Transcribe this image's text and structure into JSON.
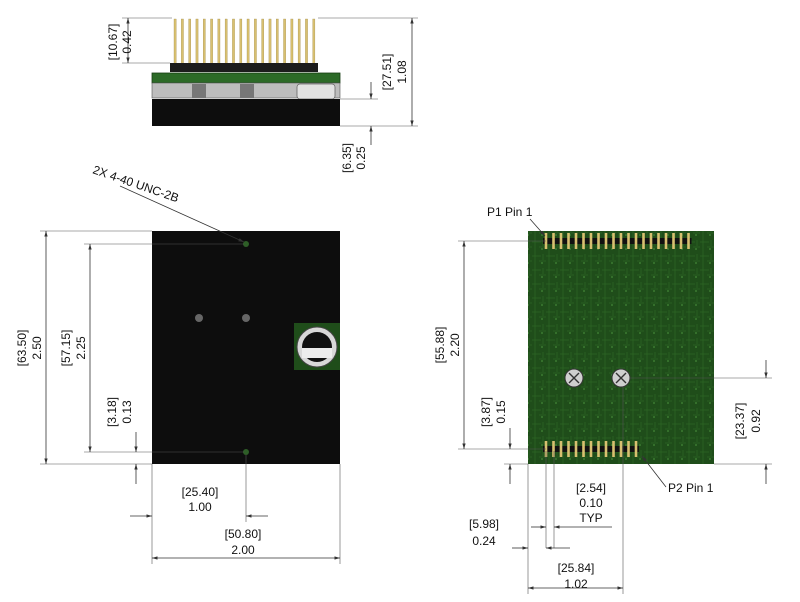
{
  "side_view": {
    "dim_header_mm": "[10.67]",
    "dim_header_in": "0.42",
    "dim_height_mm": "[27.51]",
    "dim_height_in": "1.08",
    "dim_base_mm": "[6.35]",
    "dim_base_in": "0.25"
  },
  "front_view": {
    "thread_callout": "2X 4-40 UNC-2B",
    "dim_total_h_mm": "[63.50]",
    "dim_total_h_in": "2.50",
    "dim_hole_span_mm": "[57.15]",
    "dim_hole_span_in": "2.25",
    "dim_hole_edge_mm": "[3.18]",
    "dim_hole_edge_in": "0.13",
    "dim_hole_x_mm": "[25.40]",
    "dim_hole_x_in": "1.00",
    "dim_width_mm": "[50.80]",
    "dim_width_in": "2.00"
  },
  "back_view": {
    "p1_label": "P1 Pin 1",
    "p2_label": "P2 Pin 1",
    "dim_pin_span_mm": "[55.88]",
    "dim_pin_span_in": "2.20",
    "dim_p2_edge_mm": "[3.87]",
    "dim_p2_edge_in": "0.15",
    "dim_screw_h_mm": "[23.37]",
    "dim_screw_h_in": "0.92",
    "dim_pitch_mm": "[2.54]",
    "dim_pitch_in": "0.10",
    "dim_pitch_note": "TYP",
    "dim_pin_offset_mm": "[5.98]",
    "dim_pin_offset_in": "0.24",
    "dim_p2_x_mm": "[25.84]",
    "dim_p2_x_in": "1.02"
  },
  "colors": {
    "pcb_green": "#1f4d1a",
    "body_black": "#0d0d0d",
    "header_gold": "#d8c070"
  }
}
